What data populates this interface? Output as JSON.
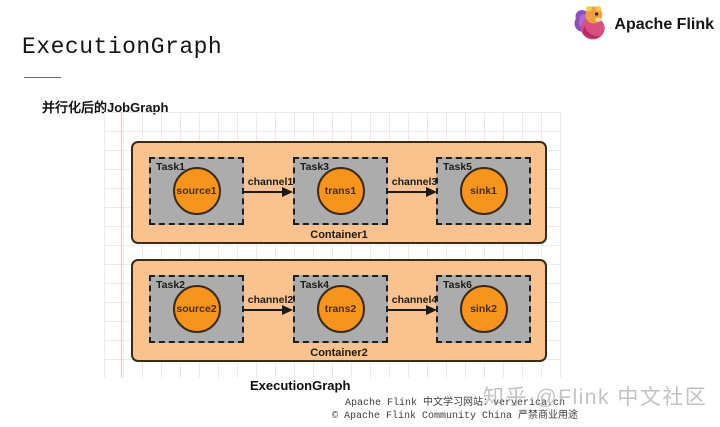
{
  "header": {
    "title": "ExecutionGraph",
    "subtitle": "并行化后的JobGraph",
    "logo_text": "Apache Flink"
  },
  "diagram": {
    "caption": "ExecutionGraph",
    "containers": [
      {
        "label": "Container1",
        "tasks": [
          {
            "task": "Task1",
            "node": "source1"
          },
          {
            "task": "Task3",
            "node": "trans1"
          },
          {
            "task": "Task5",
            "node": "sink1"
          }
        ],
        "channels": [
          "channel1",
          "channel3"
        ]
      },
      {
        "label": "Container2",
        "tasks": [
          {
            "task": "Task2",
            "node": "source2"
          },
          {
            "task": "Task4",
            "node": "trans2"
          },
          {
            "task": "Task6",
            "node": "sink2"
          }
        ],
        "channels": [
          "channel2",
          "channel4"
        ]
      }
    ],
    "colors": {
      "container_fill": "#F9C28E",
      "container_border": "#3A2A18",
      "task_fill": "#ACACAC",
      "task_border": "#1E1E1E",
      "node_fill": "#F7941E",
      "arrow": "#1A1A1A",
      "grid_line": "#F1E9E5"
    }
  },
  "footer": {
    "line1": "Apache Flink 中文学习网站：ververica.cn",
    "line2": "© Apache Flink Community China  严禁商业用途"
  },
  "watermark": {
    "text": "知乎 @Flink 中文社区"
  }
}
